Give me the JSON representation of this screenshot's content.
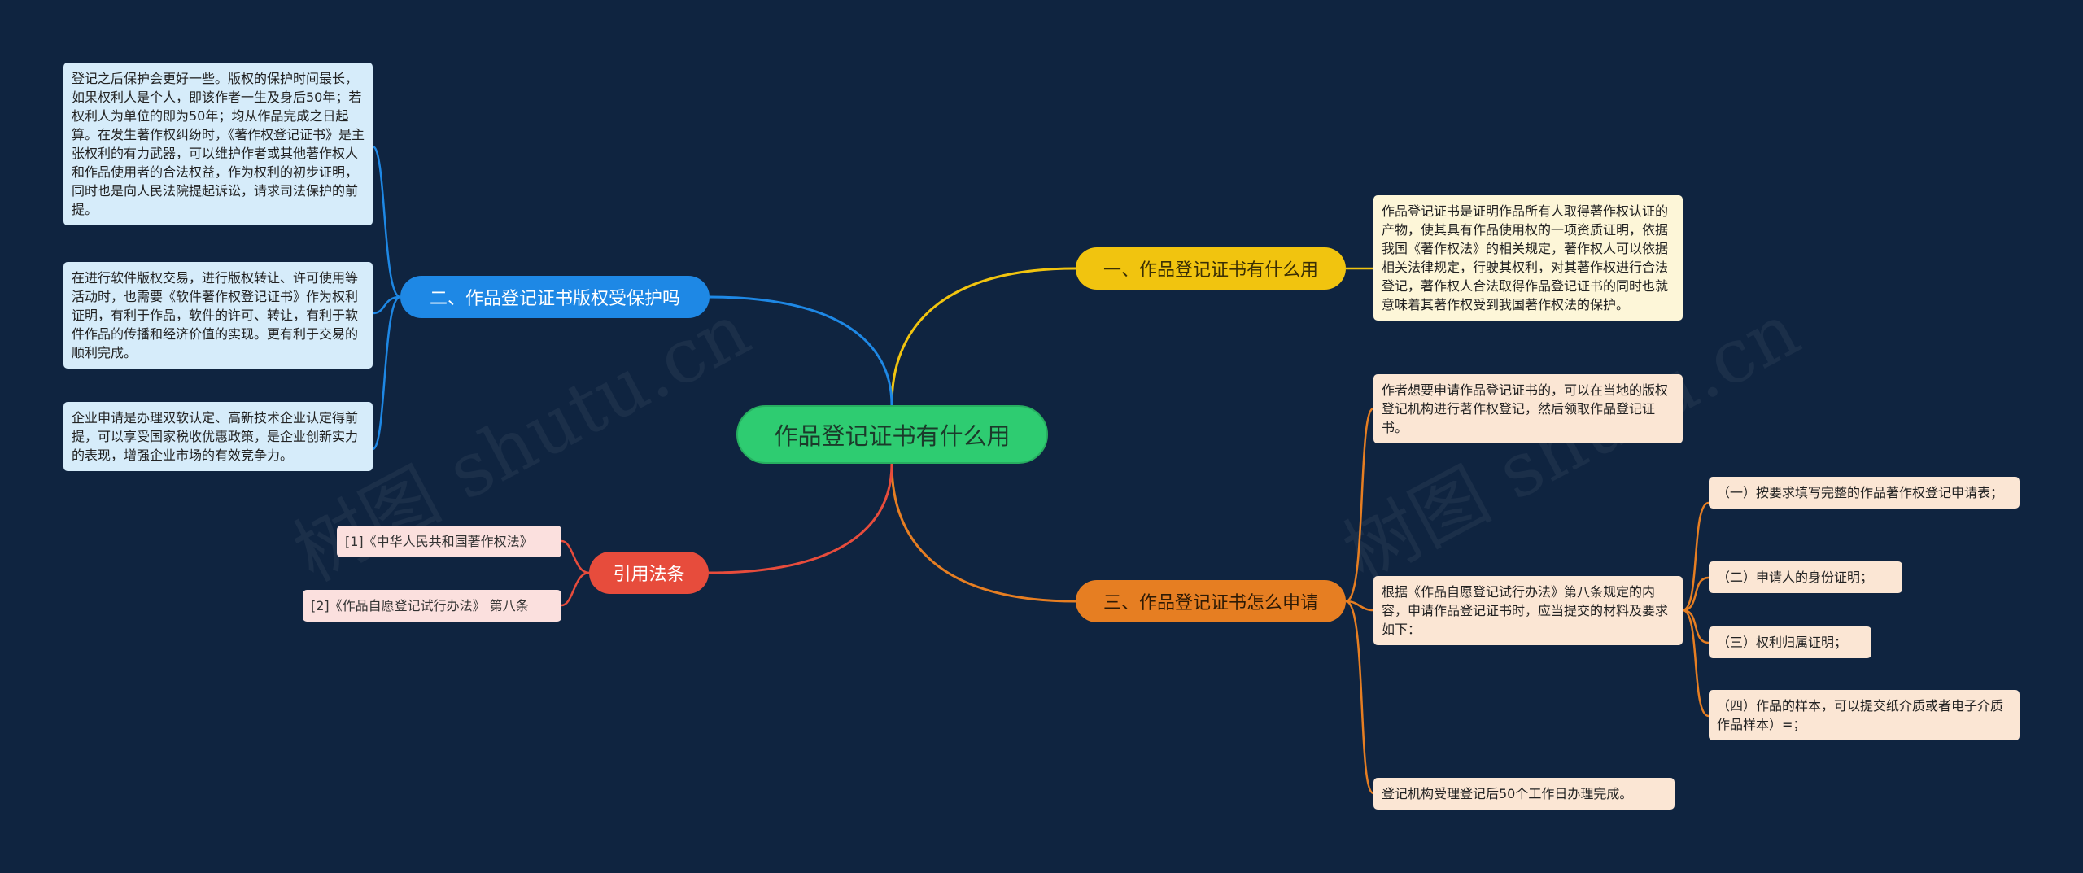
{
  "watermark": "树图 shutu.cn",
  "colors": {
    "background": "#0f2440",
    "root": "#2ecc71",
    "yellow": "#f1c40f",
    "blue": "#1e88e5",
    "orange": "#e67e22",
    "red": "#e74c3c"
  },
  "root": {
    "label": "作品登记证书有什么用"
  },
  "branches": {
    "b1": {
      "label": "一、作品登记证书有什么用",
      "leaves": [
        "作品登记证书是证明作品所有人取得著作权认证的产物，使其具有作品使用权的一项资质证明，依据我国《著作权法》的相关规定，著作权人可以依据相关法律规定，行驶其权利，对其著作权进行合法登记，著作权人合法取得作品登记证书的同时也就意味着其著作权受到我国著作权法的保护。"
      ]
    },
    "b2": {
      "label": "二、作品登记证书版权受保护吗",
      "leaves": [
        "登记之后保护会更好一些。版权的保护时间最长，如果权利人是个人，即该作者一生及身后50年；若权利人为单位的即为50年；均从作品完成之日起算。在发生著作权纠纷时，《著作权登记证书》是主张权利的有力武器，可以维护作者或其他著作权人和作品使用者的合法权益，作为权利的初步证明，同时也是向人民法院提起诉讼，请求司法保护的前提。",
        "在进行软件版权交易，进行版权转让、许可使用等活动时，也需要《软件著作权登记证书》作为权利证明，有利于作品，软件的许可、转让，有利于软件作品的传播和经济价值的实现。更有利于交易的顺利完成。",
        "企业申请是办理双软认定、高新技术企业认定得前提，可以享受国家税收优惠政策，是企业创新实力的表现，增强企业市场的有效竞争力。"
      ]
    },
    "b3": {
      "label": "三、作品登记证书怎么申请",
      "leaves": [
        "作者想要申请作品登记证书的，可以在当地的版权登记机构进行著作权登记，然后领取作品登记证书。",
        "根据《作品自愿登记试行办法》第八条规定的内容，申请作品登记证书时，应当提交的材料及要求如下：",
        "登记机构受理登记后50个工作日办理完成。"
      ],
      "sub": [
        "（一）按要求填写完整的作品著作权登记申请表；",
        "（二）申请人的身份证明；",
        "（三）权利归属证明；",
        "（四）作品的样本，可以提交纸介质或者电子介质作品样本）=；"
      ]
    },
    "b4": {
      "label": "引用法条",
      "leaves": [
        "[1]《中华人民共和国著作权法》",
        "[2]《作品自愿登记试行办法》 第八条"
      ]
    }
  }
}
